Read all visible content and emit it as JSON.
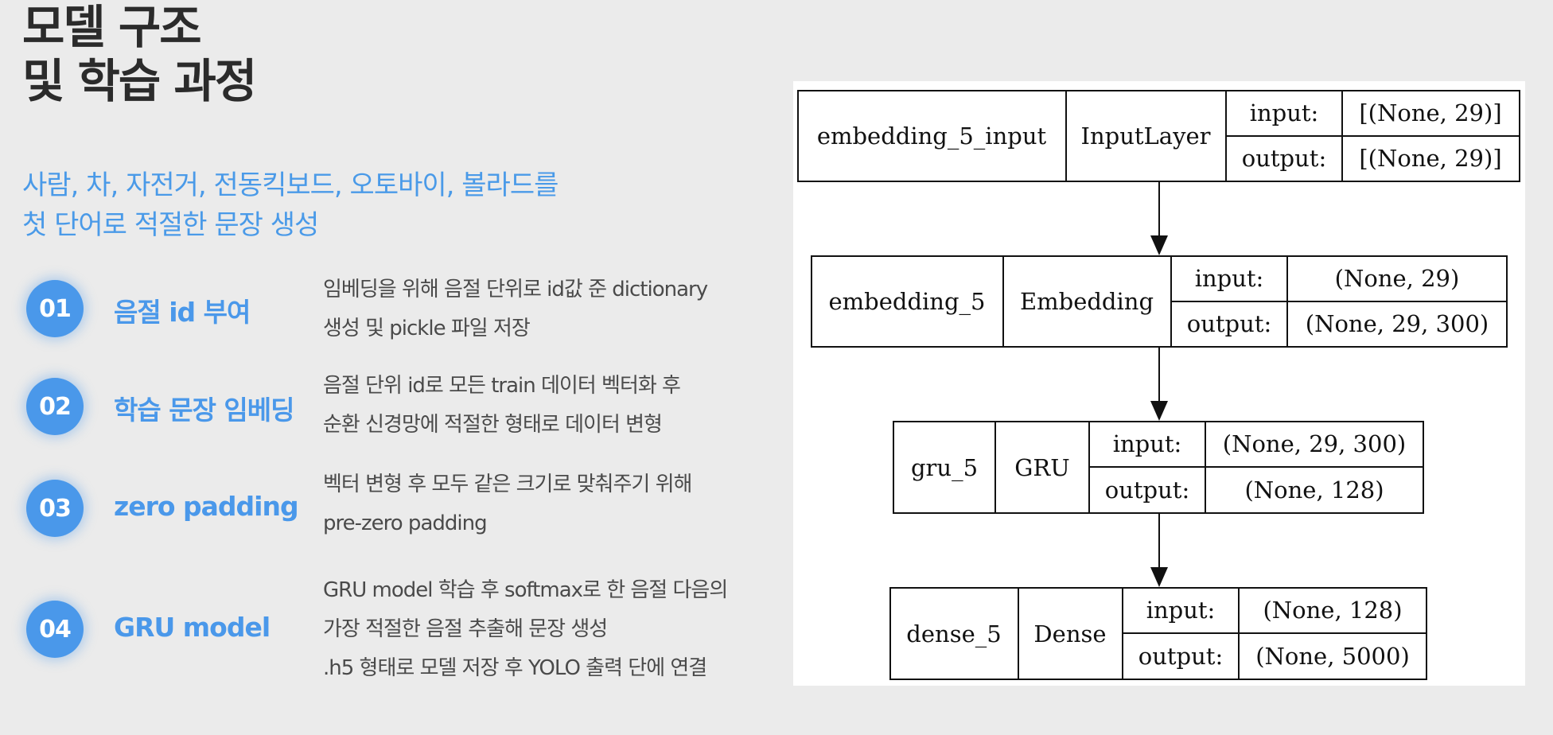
{
  "title_lines": [
    "모델 구조",
    "및 학습 과정"
  ],
  "subtitle_lines": [
    "사람, 차, 자전거, 전동킥보드, 오토바이, 볼라드를",
    "첫 단어로 적절한 문장 생성"
  ],
  "steps": [
    {
      "num": "01",
      "title": "음절 id 부여",
      "desc": [
        "임베딩을 위해 음절 단위로 id값 준 dictionary",
        "생성 및 pickle 파일 저장"
      ]
    },
    {
      "num": "02",
      "title": "학습 문장 임베딩",
      "desc": [
        "음절 단위 id로 모든 train 데이터 벡터화 후",
        "순환 신경망에 적절한 형태로 데이터 변형"
      ]
    },
    {
      "num": "03",
      "title": "zero padding",
      "desc": [
        "벡터 변형 후 모두 같은 크기로 맞춰주기 위해",
        "pre-zero padding"
      ]
    },
    {
      "num": "04",
      "title": "GRU model",
      "desc": [
        "GRU model 학습 후 softmax로 한 음절 다음의",
        "가장 적절한 음절 추출해 문장 생성",
        ".h5 형태로 모델 저장 후 YOLO 출력 단에 연결"
      ]
    }
  ],
  "layers": [
    {
      "name": "embedding_5_input",
      "type": "InputLayer",
      "input_label": "input:",
      "input": "[(None, 29)]",
      "output_label": "output:",
      "output": "[(None, 29)]"
    },
    {
      "name": "embedding_5",
      "type": "Embedding",
      "input_label": "input:",
      "input": "(None, 29)",
      "output_label": "output:",
      "output": "(None, 29, 300)"
    },
    {
      "name": "gru_5",
      "type": "GRU",
      "input_label": "input:",
      "input": "(None, 29, 300)",
      "output_label": "output:",
      "output": "(None, 128)"
    },
    {
      "name": "dense_5",
      "type": "Dense",
      "input_label": "input:",
      "input": "(None, 128)",
      "output_label": "output:",
      "output": "(None, 5000)"
    }
  ]
}
